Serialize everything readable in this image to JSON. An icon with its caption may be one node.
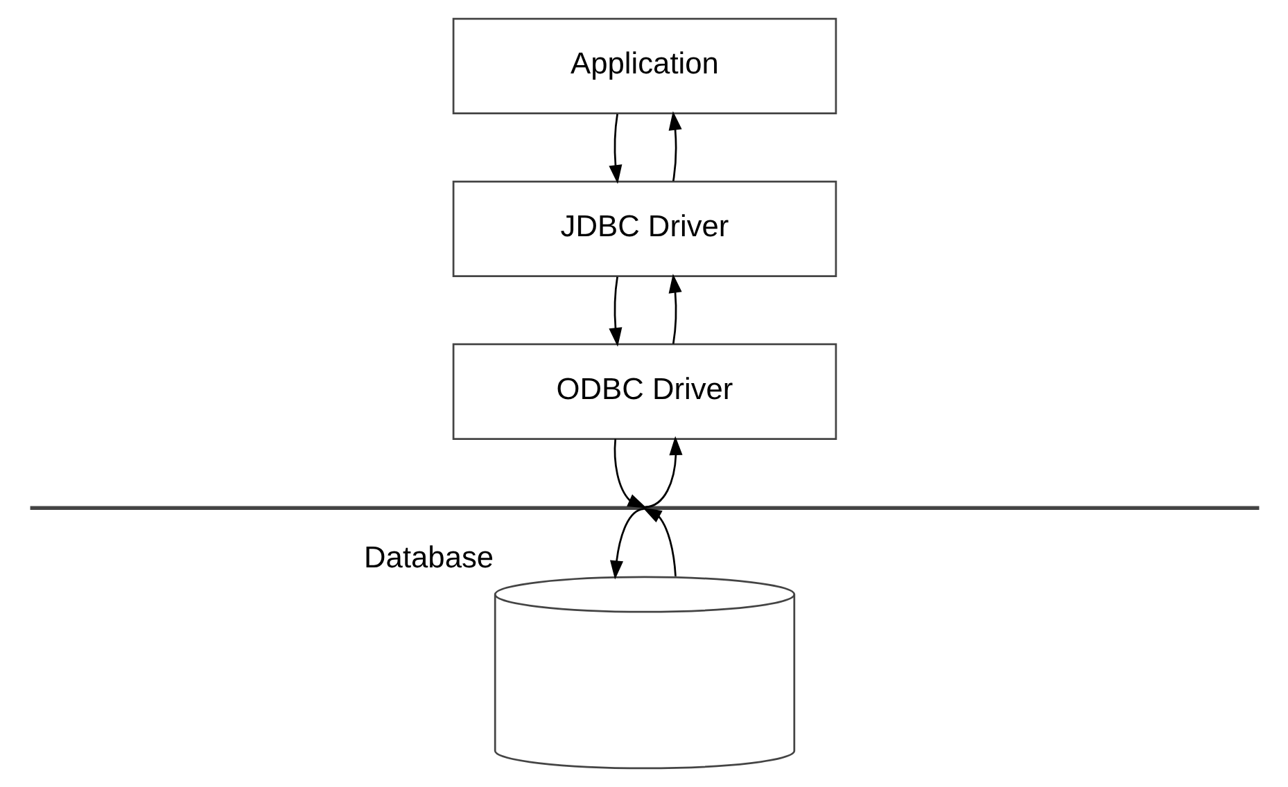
{
  "diagram": {
    "nodes": [
      {
        "text": [
          "Application"
        ]
      },
      {
        "text": [
          "JDBC Driver"
        ]
      },
      {
        "text": [
          "ODBC Driver"
        ]
      },
      {
        "text": [],
        "shape": "bar"
      },
      {
        "text": [],
        "shape": "cylinder",
        "beside": [
          "Database"
        ]
      }
    ],
    "edges": [
      {
        "from": 0,
        "to": 1,
        "arrow": "to"
      },
      {
        "from": 1,
        "to": 0,
        "arrow": "to"
      },
      {
        "from": 1,
        "to": 2,
        "arrow": "to"
      },
      {
        "from": 2,
        "to": 1,
        "arrow": "to"
      },
      {
        "from": 2,
        "to": 3,
        "arrow": "to"
      },
      {
        "from": 3,
        "to": 2,
        "arrow": "to"
      },
      {
        "from": 3,
        "to": 4,
        "arrow": "to"
      },
      {
        "from": 4,
        "to": 3,
        "arrow": "to"
      }
    ]
  }
}
